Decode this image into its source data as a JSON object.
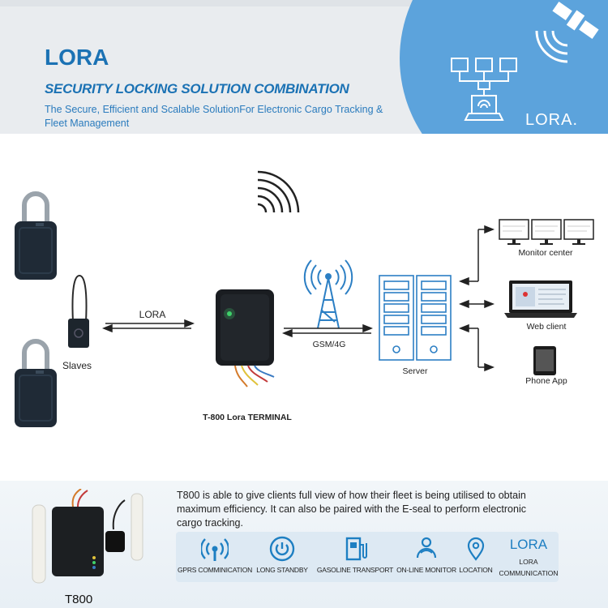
{
  "banner": {
    "brand": "LORA",
    "subtitle": "SECURITY LOCKING SOLUTION COMBINATION",
    "description": "The Secure, Efficient and Scalable SolutionFor Electronic Cargo Tracking & Fleet Management",
    "logo_text": "LORA.",
    "circle_color": "#5ca3dc",
    "accent_color": "#1b72b4"
  },
  "diagram": {
    "lora_link_label": "LORA",
    "slaves_label": "Slaves",
    "terminal_label": "T-800 Lora TERMINAL",
    "gsm_label": "GSM/4G",
    "server_label": "Server",
    "endpoints": [
      {
        "label": "Monitor center",
        "icon": "monitors-icon"
      },
      {
        "label": "Web client",
        "icon": "laptop-icon"
      },
      {
        "label": "Phone App",
        "icon": "tablet-icon"
      }
    ]
  },
  "bottom": {
    "product_label": "T800",
    "blurb": "T800 is able to give clients full view of how their fleet is being utilised to obtain maximum efficiency. It can also be paired with the E-seal to perform electronic cargo tracking.",
    "features": [
      {
        "label": "GPRS COMMINICATION",
        "icon": "signal-icon"
      },
      {
        "label": "LONG STANDBY",
        "icon": "power-icon"
      },
      {
        "label": "GASOLINE TRANSPORT",
        "icon": "fuel-pump-icon"
      },
      {
        "label": "ON-LINE MONITOR",
        "icon": "person-monitor-icon"
      },
      {
        "label": "LOCATION",
        "icon": "location-pin-icon"
      }
    ],
    "lora_feature": {
      "title": "LORA",
      "line1": "LORA",
      "line2": "COMMUNICATION"
    }
  }
}
